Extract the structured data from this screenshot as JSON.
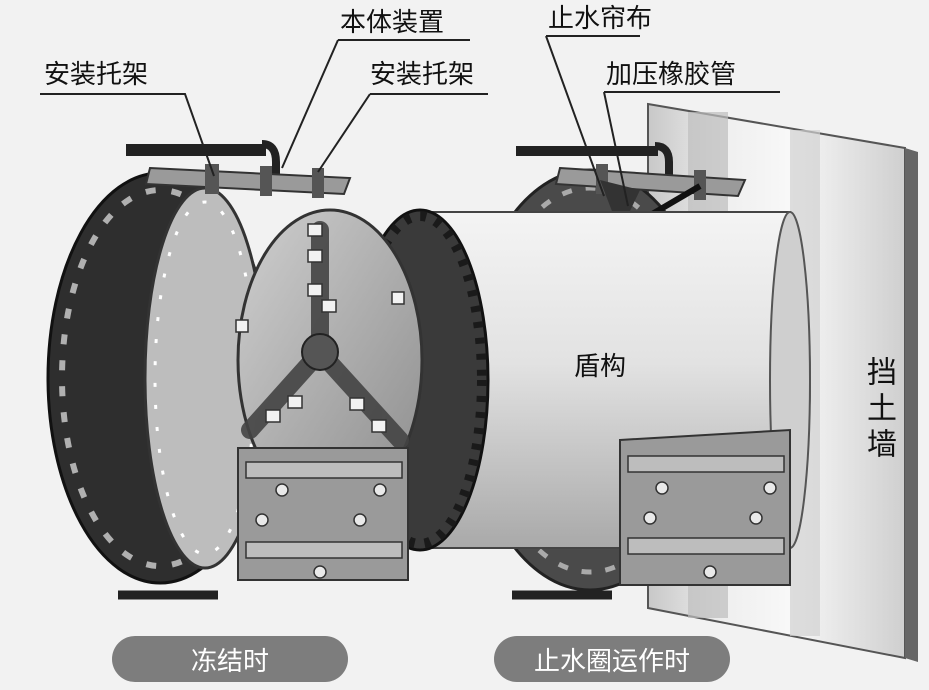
{
  "labels": {
    "mount_bracket_left": "安装托架",
    "main_device": "本体装置",
    "mount_bracket_right": "安装托架",
    "water_curtain": "止水帘布",
    "pressure_rubber_tube": "加压橡胶管",
    "shield": "盾构",
    "retaining_wall": "挡土墙"
  },
  "captions": {
    "frozen": "冻结时",
    "operating": "止水圈运作时"
  },
  "colors": {
    "background": "#f2f2f2",
    "metal_dark": "#3a3a3a",
    "metal_mid": "#9a9a9a",
    "shield_body": "#dcdcdc",
    "wall_face": "#e6e6e6",
    "wall_dark": "#7a7a7a",
    "caption_pill": "#7d7d7d"
  }
}
